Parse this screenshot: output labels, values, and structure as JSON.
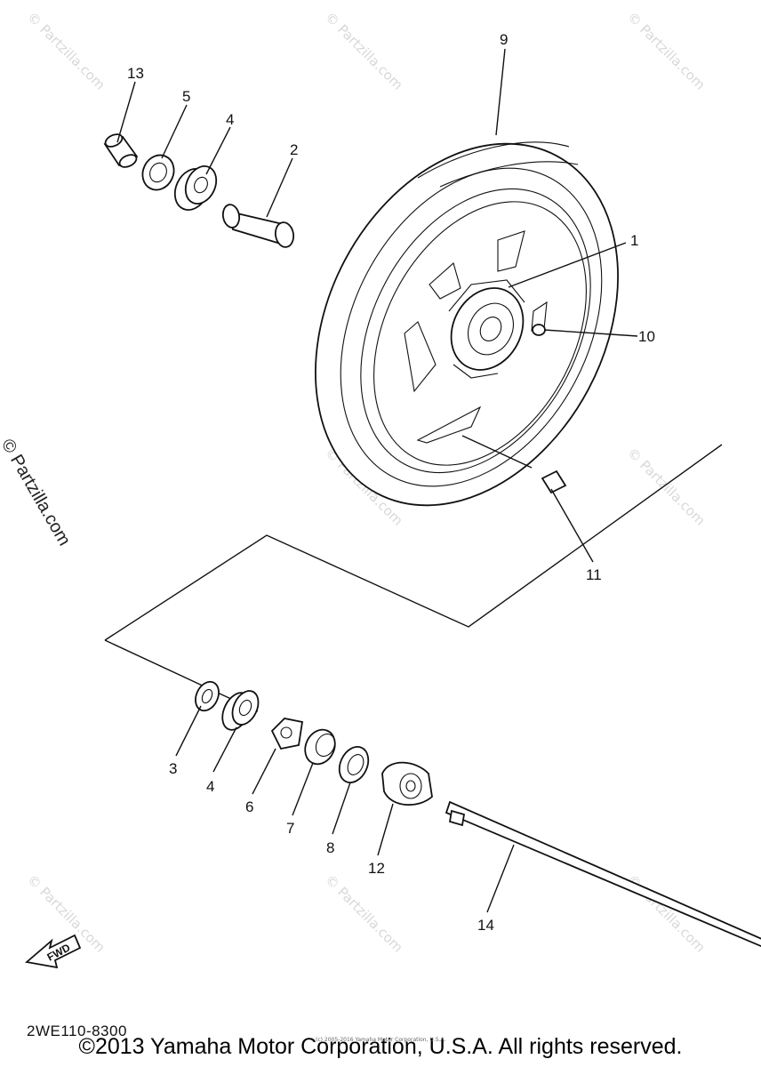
{
  "callouts": {
    "c1": "1",
    "c2": "2",
    "c3": "3",
    "c4a": "4",
    "c4b": "4",
    "c5": "5",
    "c6": "6",
    "c7": "7",
    "c8": "8",
    "c9": "9",
    "c10": "10",
    "c11": "11",
    "c12": "12",
    "c13": "13",
    "c14": "14"
  },
  "watermark": "© Partzilla.com",
  "side_watermark": "© Partzilla.com",
  "fwd_label": "FWD",
  "diagram_code": "2WE110-8300",
  "copyright": "©2013 Yamaha Motor Corporation, U.S.A. All rights reserved.",
  "tiny_copyright": "(c) 2005-2016 Yamaha Motor Corporation, U.S.A."
}
